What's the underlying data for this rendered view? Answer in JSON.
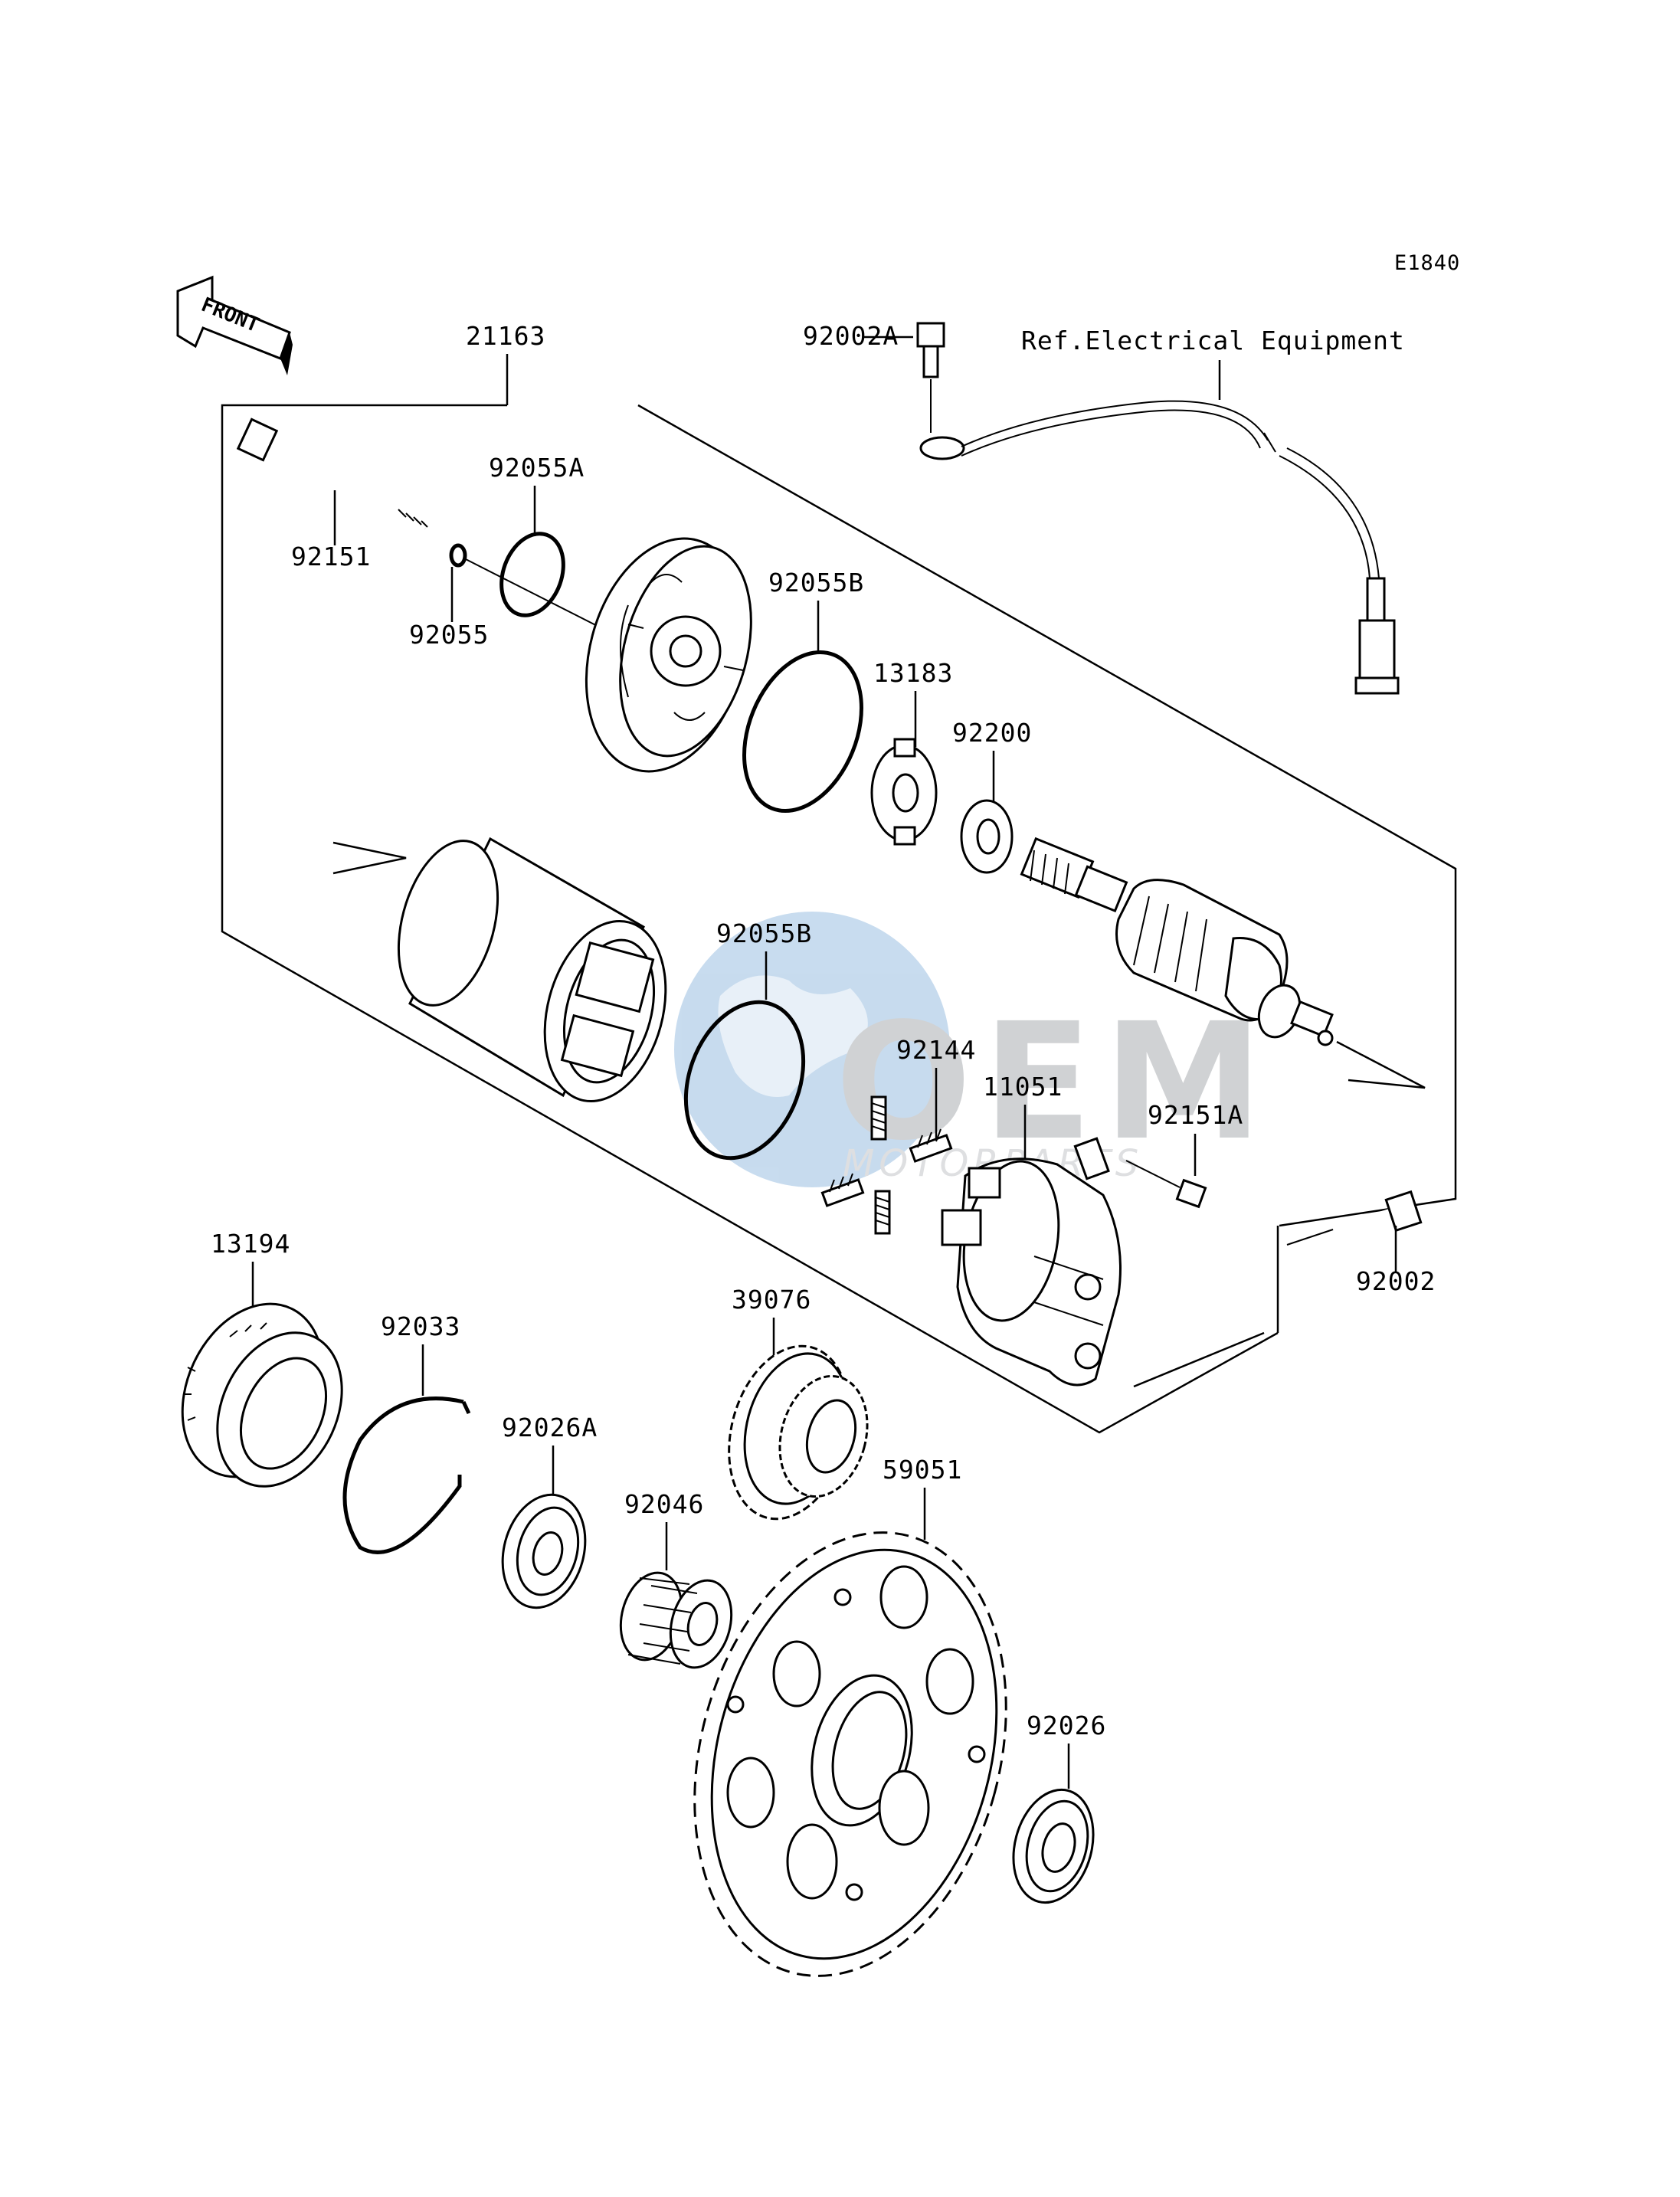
{
  "diagram": {
    "code": "E1840",
    "front_label": "FRONT",
    "ref_text": "Ref.Electrical Equipment",
    "parts": {
      "p21163": "21163",
      "p92002A": "92002A",
      "p92055A": "92055A",
      "p92151": "92151",
      "p92055": "92055",
      "p92055B_top": "92055B",
      "p13183": "13183",
      "p92200": "92200",
      "p92055B_mid": "92055B",
      "p92144": "92144",
      "p11051": "11051",
      "p92151A": "92151A",
      "p92002": "92002",
      "p13194": "13194",
      "p92033": "92033",
      "p39076": "39076",
      "p92026A": "92026A",
      "p92046": "92046",
      "p59051": "59051",
      "p92026": "92026"
    }
  },
  "watermark": {
    "brand": "OEM",
    "sub": "MOTORPARTS"
  },
  "colors": {
    "line": "#000000",
    "watermark_blue": "#3b82c4",
    "watermark_gray": "#8a8f96"
  }
}
